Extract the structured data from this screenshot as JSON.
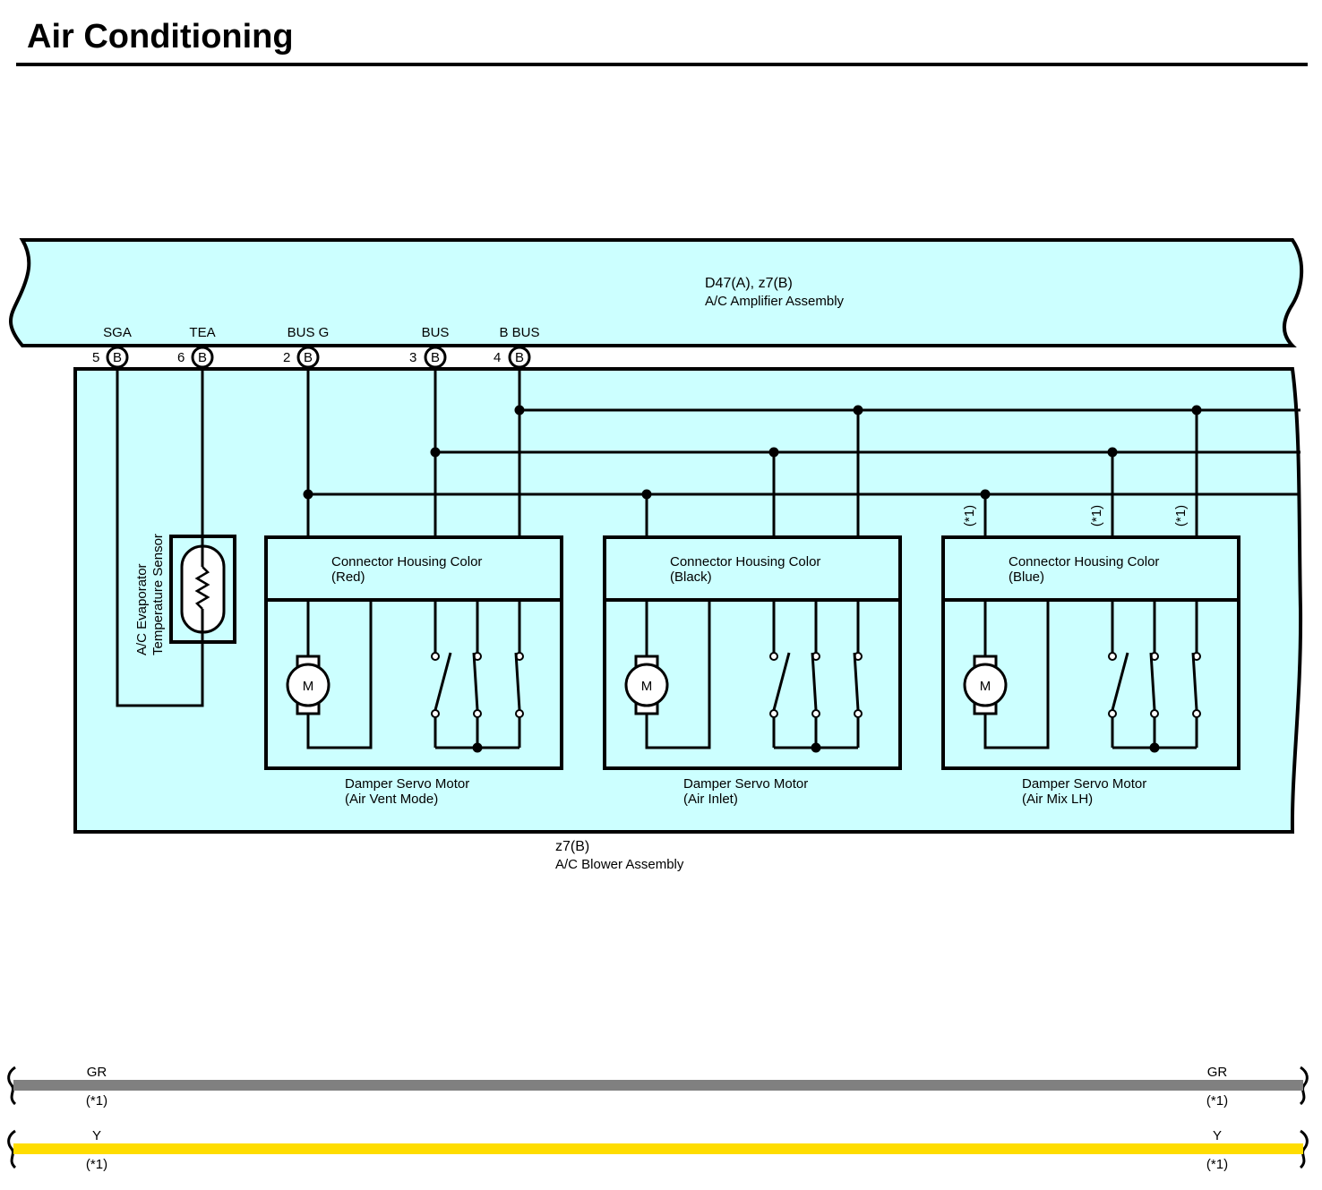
{
  "title": "Air Conditioning",
  "amplifier": {
    "connector": "D47(A), z7(B)",
    "name": "A/C Amplifier Assembly"
  },
  "blower": {
    "connector": "z7(B)",
    "name": "A/C Blower Assembly"
  },
  "terminals": [
    {
      "name": "SGA",
      "pin": "5",
      "connector": "B"
    },
    {
      "name": "TEA",
      "pin": "6",
      "connector": "B"
    },
    {
      "name": "BUS G",
      "pin": "2",
      "connector": "B"
    },
    {
      "name": "BUS",
      "pin": "3",
      "connector": "B"
    },
    {
      "name": "B BUS",
      "pin": "4",
      "connector": "B"
    }
  ],
  "sensor": {
    "line1": "A/C Evaporator",
    "line2": "Temperature Sensor"
  },
  "motors": [
    {
      "housing_label": "Connector Housing Color",
      "housing_color": "(Red)",
      "name": "Damper Servo Motor",
      "mode": "(Air Vent Mode)"
    },
    {
      "housing_label": "Connector Housing Color",
      "housing_color": "(Black)",
      "name": "Damper Servo Motor",
      "mode": "(Air Inlet)"
    },
    {
      "housing_label": "Connector Housing Color",
      "housing_color": "(Blue)",
      "name": "Damper Servo Motor",
      "mode": "(Air Mix LH)"
    }
  ],
  "motor_symbol": "M",
  "note_marker": "(*1)",
  "wire_legend": [
    {
      "code": "GR",
      "note": "(*1)",
      "color": "#808080"
    },
    {
      "code": "Y",
      "note": "(*1)",
      "color": "#ffdd00"
    }
  ],
  "colors": {
    "assembly_fill": "#ccffff",
    "wire": "#000000"
  }
}
